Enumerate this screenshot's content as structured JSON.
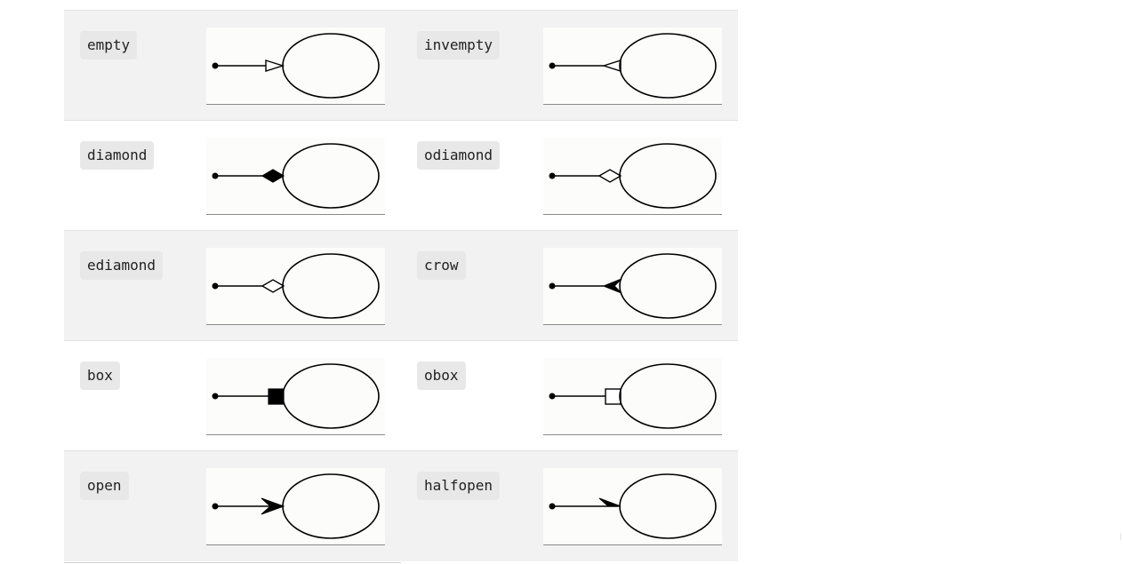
{
  "arrowheads": [
    {
      "label": "empty",
      "icon": "empty-arrowhead-icon"
    },
    {
      "label": "invempty",
      "icon": "invempty-arrowhead-icon"
    },
    {
      "label": "diamond",
      "icon": "diamond-arrowhead-icon"
    },
    {
      "label": "odiamond",
      "icon": "odiamond-arrowhead-icon"
    },
    {
      "label": "ediamond",
      "icon": "ediamond-arrowhead-icon"
    },
    {
      "label": "crow",
      "icon": "crow-arrowhead-icon"
    },
    {
      "label": "box",
      "icon": "box-arrowhead-icon"
    },
    {
      "label": "obox",
      "icon": "obox-arrowhead-icon"
    },
    {
      "label": "open",
      "icon": "open-arrowhead-icon"
    },
    {
      "label": "halfopen",
      "icon": "halfopen-arrowhead-icon"
    }
  ],
  "colors": {
    "row_shade": "#f2f2f2",
    "code_background": "#e8e8e8",
    "diagram_background": "#fcfdfb",
    "stroke": "#000000"
  }
}
